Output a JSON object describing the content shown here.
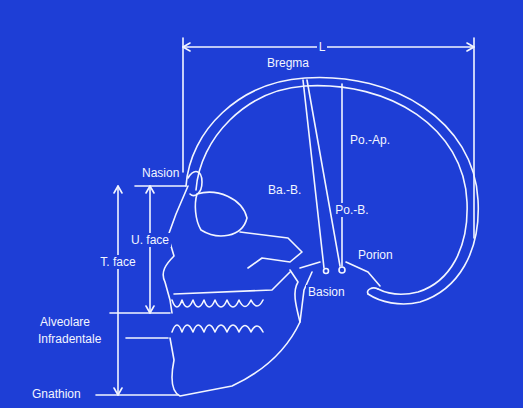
{
  "diagram": {
    "labels": [
      "L",
      "Bregma",
      "Po.-Ap.",
      "Nasion",
      "Ba.-B.",
      "Po.-B.",
      "U. face",
      "T. face",
      "Porion",
      "Alveolare",
      "Basion",
      "Infradentale",
      "Gnathion"
    ]
  }
}
